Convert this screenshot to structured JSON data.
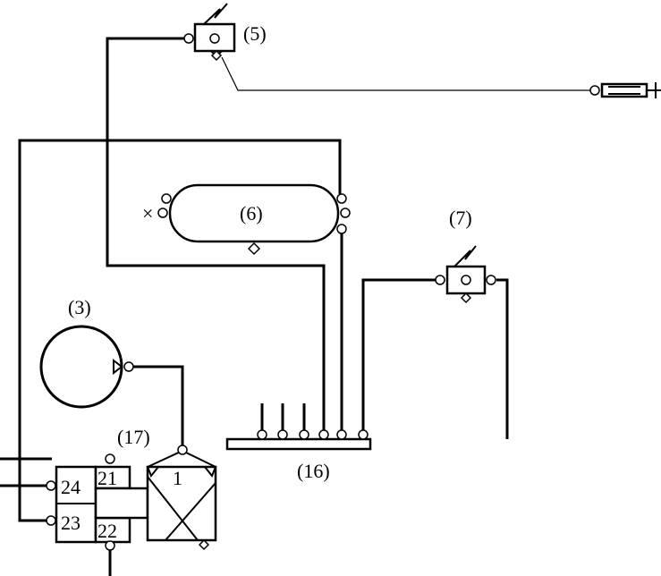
{
  "labels": {
    "valve_5": "(5)",
    "reservoir_6": "(6)",
    "valve_7": "(7)",
    "compressor_3": "(3)",
    "block_17": "(17)",
    "manifold_16": "(16)",
    "unit_1": "1",
    "port_24": "24",
    "port_23": "23",
    "port_21": "21",
    "port_22": "22",
    "drain_mark": "×"
  },
  "colors": {
    "stroke": "#000000",
    "background": "#ffffff"
  }
}
